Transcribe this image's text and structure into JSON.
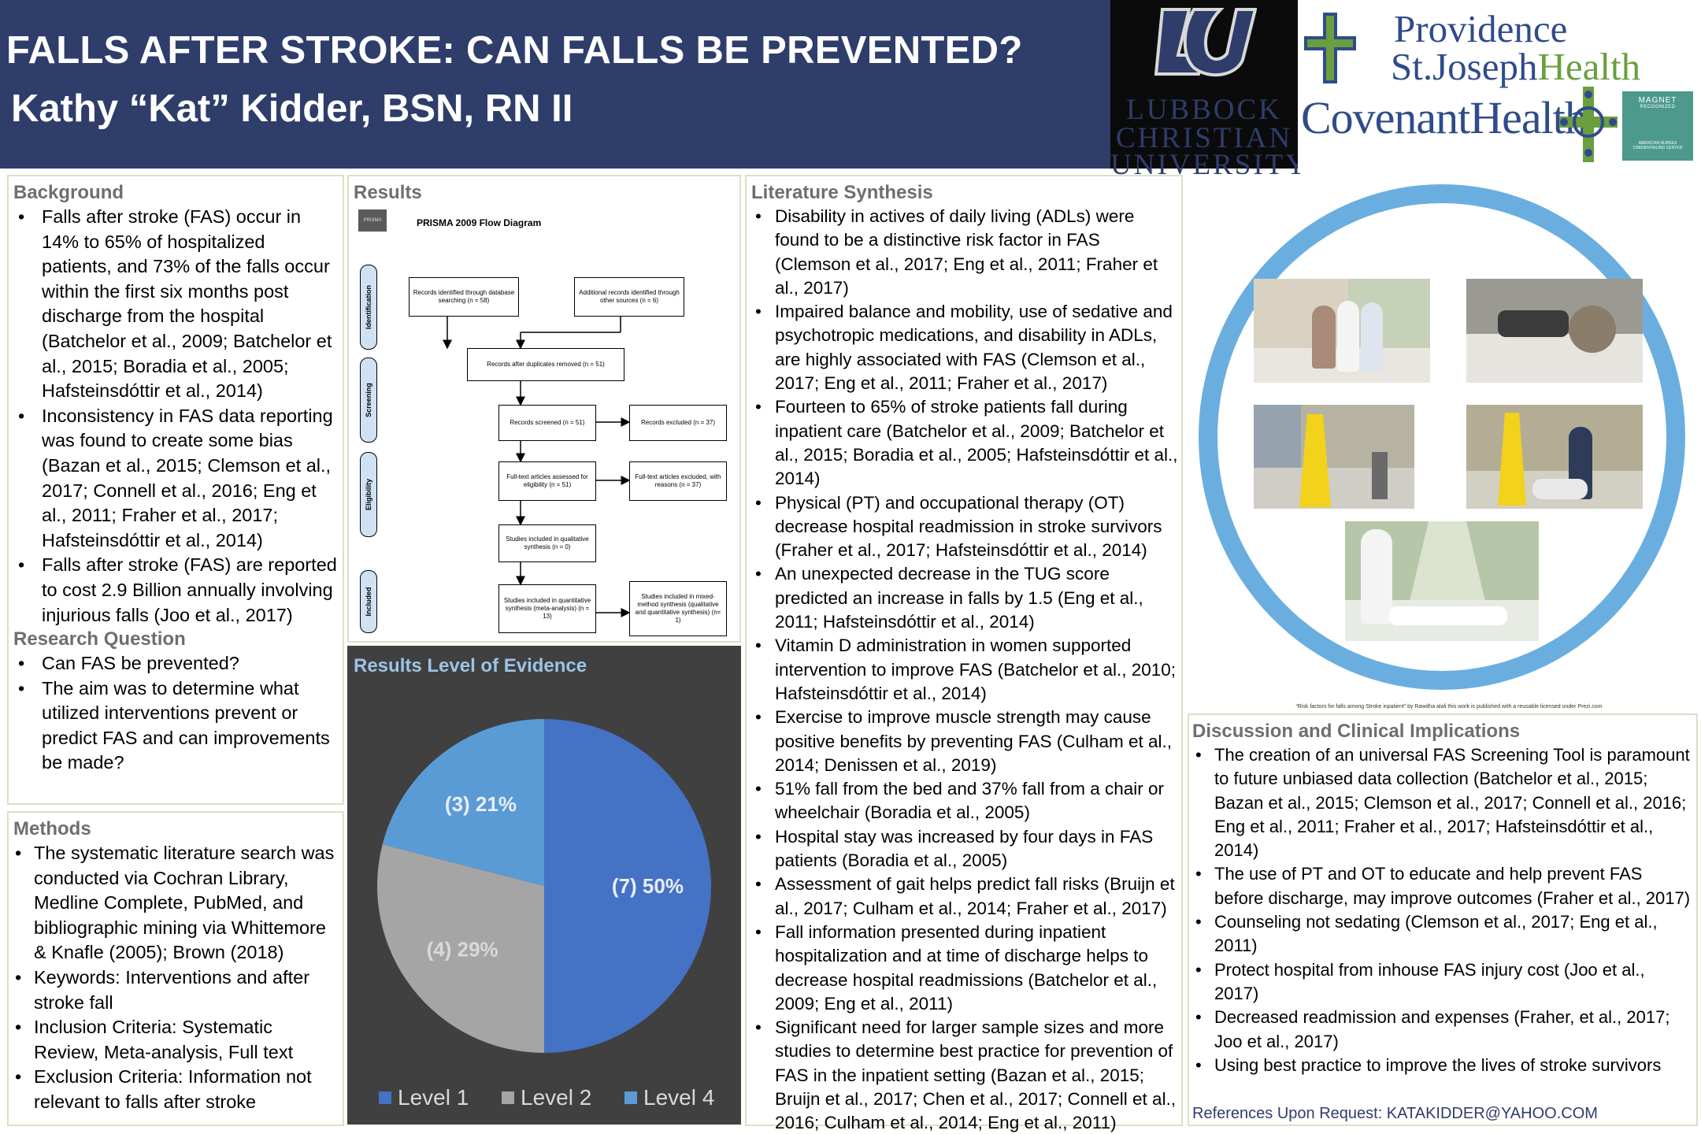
{
  "header": {
    "title": "FALLS AFTER STROKE: CAN FALLS BE PREVENTED?",
    "author": "Kathy “Kat” Kidder, BSN, RN II"
  },
  "logos": {
    "lcu_line1": "LUBBOCK",
    "lcu_line2": "CHRISTIAN",
    "lcu_line3": "UNIVERSITY",
    "psjh_line1": "Providence",
    "psjh_line2a": "St.Joseph",
    "psjh_line2b": "Health",
    "covenant": "CovenantHealth",
    "magnet_1": "MAGNET",
    "magnet_2": "RECOGNIZED",
    "magnet_3": "AMERICAN NURSES CREDENTIALING CENTER"
  },
  "background": {
    "title": "Background",
    "items": [
      "Falls after stroke (FAS) occur in 14% to 65% of hospitalized patients, and 73% of the falls occur within the first six months post discharge from the hospital (Batchelor et al., 2009; Batchelor et al., 2015; Boradia et al., 2005; Hafsteinsdóttir et al., 2014)",
      "Inconsistency in FAS data reporting was found to create some bias (Bazan et al., 2015; Clemson et al., 2017; Connell et al., 2016; Eng et al., 2011; Fraher et al., 2017; Hafsteinsdóttir et al., 2014)",
      "Falls after stroke (FAS) are reported to cost 2.9 Billion annually involving injurious falls (Joo et al., 2017)"
    ]
  },
  "research_question": {
    "title": "Research Question",
    "items": [
      "Can FAS be prevented?",
      "The aim was to determine what utilized interventions prevent or predict FAS and can improvements be made?"
    ]
  },
  "methods": {
    "title": "Methods",
    "items": [
      "The systematic literature search was conducted via Cochran Library, Medline Complete, PubMed, and bibliographic mining via Whittemore & Knafle (2005); Brown (2018)",
      "Keywords: Interventions and after stroke fall",
      "Inclusion Criteria: Systematic Review, Meta-analysis, Full text",
      "Exclusion Criteria: Information not relevant to falls after stroke"
    ]
  },
  "results": {
    "title": "Results",
    "prisma_logo": "PRISMA",
    "prisma_title": "PRISMA 2009 Flow Diagram",
    "stages": [
      "Identification",
      "Screening",
      "Eligibility",
      "Included"
    ],
    "boxes": {
      "db": "Records identified through database searching (n = 58)",
      "other": "Additional records identified through other sources (n = 6)",
      "dup": "Records after duplicates removed (n = 51)",
      "screened": "Records screened (n = 51)",
      "excluded": "Records excluded (n = 37)",
      "fulltext": "Full-text articles assessed for eligibility (n = 51)",
      "ft_excluded": "Full-text articles excluded, with reasons (n = 37)",
      "qual": "Studies included in qualitative synthesis (n = 0)",
      "quant": "Studies included in quantitative synthesis (meta-analysis) (n = 13)",
      "mixed": "Studies included in mixed-method synthesis (qualitative and quantitative synthesis) (n= 1)"
    }
  },
  "level_of_evidence": {
    "title": "Results Level of Evidence"
  },
  "chart_data": {
    "type": "pie",
    "title": "Results Level of Evidence",
    "series": [
      {
        "name": "Level 1",
        "value": 50,
        "count": 7,
        "label": "(7) 50%",
        "color": "#4472c4"
      },
      {
        "name": "Level 2",
        "value": 29,
        "count": 4,
        "label": "(4) 29%",
        "color": "#a5a5a5"
      },
      {
        "name": "Level 4",
        "value": 21,
        "count": 3,
        "label": "(3) 21%",
        "color": "#5b9bd5"
      }
    ],
    "legend": "bottom"
  },
  "literature": {
    "title": "Literature Synthesis",
    "items": [
      "Disability in actives of daily living (ADLs) were found to be a distinctive risk factor in FAS (Clemson et al., 2017; Eng et al., 2011; Fraher et al., 2017)",
      "Impaired balance and mobility, use of sedative and psychotropic medications, and disability in ADLs, are highly associated with FAS (Clemson et al., 2017; Eng et al., 2011; Fraher et al., 2017)",
      "Fourteen to 65% of stroke patients fall during inpatient care (Batchelor et al., 2009; Batchelor et al., 2015; Boradia et al., 2005; Hafsteinsdóttir et al., 2014)",
      "Physical (PT) and occupational therapy (OT) decrease hospital readmission in stroke survivors (Fraher et al., 2017; Hafsteinsdóttir et al., 2014)",
      "An unexpected decrease in the TUG score predicted an increase in falls by 1.5 (Eng et al., 2011; Hafsteinsdóttir et al., 2014)",
      "Vitamin D administration in women supported intervention to improve FAS (Batchelor et al., 2010; Hafsteinsdóttir et al., 2014)",
      "Exercise to improve muscle strength may cause positive benefits by preventing FAS (Culham et al., 2014; Denissen et al., 2019)",
      "51% fall from the bed and 37% fall from a chair or wheelchair (Boradia et al., 2005)",
      "Hospital stay was increased by four days in FAS patients (Boradia et al., 2005)",
      "Assessment of gait helps predict fall risks (Bruijn et al., 2017; Culham et al., 2014; Fraher et al., 2017)",
      "Fall information presented during inpatient hospitalization and at time of discharge helps to decrease hospital readmissions (Batchelor et al., 2009; Eng et al., 2011)",
      "Significant need for larger sample sizes and more studies to determine best practice for prevention of FAS in the inpatient setting (Bazan et al., 2015; Bruijn et al., 2017; Chen et al., 2017; Connell et al., 2016; Culham et al., 2014; Eng et al., 2011)"
    ]
  },
  "image_caption": "“Risk factors for falls among Stroke inpatient” by Rawdha alali this work is published with a reusable licensed under Prezi.com",
  "discussion": {
    "title": "Discussion and Clinical Implications",
    "items": [
      "The creation of an universal FAS Screening Tool is paramount to future unbiased data collection (Batchelor et al., 2015; Bazan et al., 2015; Clemson et al., 2017; Connell et al., 2016; Eng et al., 2011; Fraher et al., 2017; Hafsteinsdóttir et al., 2014)",
      "The use of PT and OT to educate and help prevent FAS before discharge, may improve outcomes (Fraher et al., 2017)",
      "Counseling not sedating (Clemson et al., 2017; Eng et al., 2011)",
      "Protect hospital from inhouse FAS injury cost (Joo et al., 2017)",
      "Decreased readmission and expenses (Fraher, et al., 2017; Joo et al., 2017)",
      "Using best practice to improve the lives of stroke survivors"
    ],
    "footer": "References Upon Request: KATAKIDDER@YAHOO.COM"
  }
}
